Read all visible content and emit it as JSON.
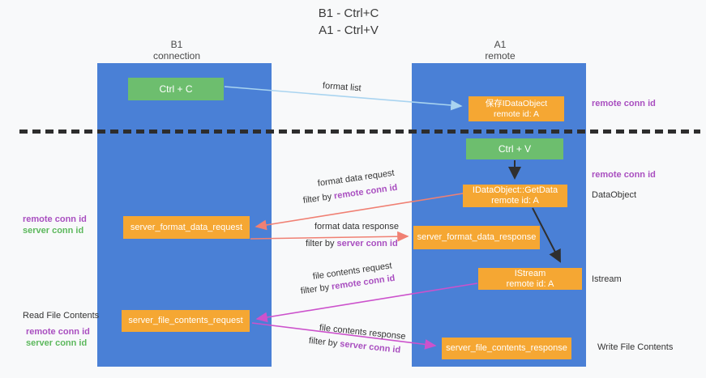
{
  "title": {
    "line1": "B1 - Ctrl+C",
    "line2": "A1 - Ctrl+V"
  },
  "lanes": {
    "left": {
      "name": "B1",
      "role": "connection"
    },
    "right": {
      "name": "A1",
      "role": "remote"
    }
  },
  "nodes": {
    "ctrl_c": {
      "label": "Ctrl + C"
    },
    "ctrl_v": {
      "label": "Ctrl + V"
    },
    "save_dataobject": {
      "line1": "保存IDataObject",
      "line2": "remote id: A"
    },
    "getdata": {
      "line1": "IDataObject::GetData",
      "line2": "remote id: A"
    },
    "istream": {
      "line1": "IStream",
      "line2": "remote id: A"
    },
    "format_request": {
      "label": "server_format_data_request"
    },
    "format_response": {
      "label": "server_format_data_response"
    },
    "file_request": {
      "label": "server_file_contents_request"
    },
    "file_response": {
      "label": "server_file_contents_response"
    }
  },
  "edges": {
    "format_list": {
      "label": "format list"
    },
    "format_data_request": {
      "label": "format data request",
      "filter_prefix": "filter by ",
      "filter_key": "remote conn id"
    },
    "format_data_response": {
      "label": "format data response",
      "filter_prefix": "filter by ",
      "filter_key": "server conn id"
    },
    "file_contents_request": {
      "label": "file contents request",
      "filter_prefix": "filter by ",
      "filter_key": "remote conn id"
    },
    "file_contents_response": {
      "label": "file contents response",
      "filter_prefix": "filter by ",
      "filter_key": "server conn id"
    }
  },
  "annotations": {
    "right_top_conn_id": "remote conn id",
    "right_mid_conn_id": "remote conn id",
    "dataobject": "DataObject",
    "istream": "Istream",
    "write_file_contents": "Write File Contents",
    "read_file_contents": "Read File Contents",
    "left_mid": {
      "remote": "remote conn id",
      "server": "server conn id"
    },
    "left_bottom": {
      "remote": "remote conn id",
      "server": "server conn id"
    }
  },
  "colors": {
    "lane_blue": "#4a80d6",
    "node_green": "#6dbe6e",
    "node_orange": "#f5a733",
    "arrow_salmon": "#f08073",
    "arrow_magenta": "#cc52cc",
    "arrow_lightblue": "#a9d4f0",
    "arrow_black": "#2f2f2f",
    "text_purple": "#a94fc0",
    "text_green": "#5cb85c"
  }
}
